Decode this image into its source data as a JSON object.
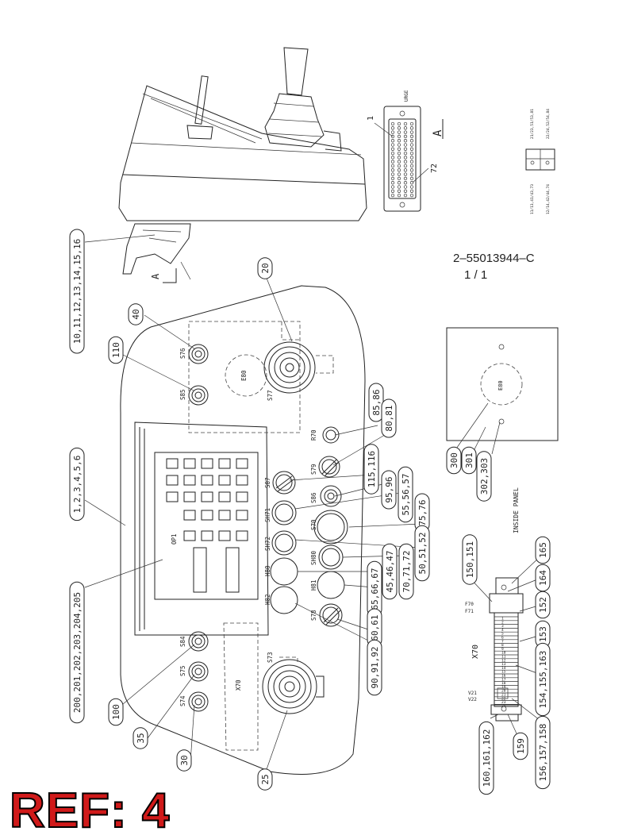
{
  "drawing": {
    "number": "2–55013944–C",
    "sheet": "1 / 1",
    "ref_label": "REF: 4",
    "section_label": "A",
    "inside_panel_label": "INSIDE PANEL",
    "connector_label": "URGE",
    "connector_pins": [
      "1",
      "72"
    ]
  },
  "panel_labels": {
    "S76": "S76",
    "S85": "S85",
    "S77": "S77",
    "E80": "E80",
    "R70": "R70",
    "S79": "S79",
    "S87": "S87",
    "S86": "S86",
    "SH71": "SH71",
    "S70": "S70",
    "SH72": "SH72",
    "SH80": "SH80",
    "H80": "H80",
    "H81": "H81",
    "H82": "H82",
    "S78": "S78",
    "S84": "S84",
    "S73": "S73",
    "S75": "S75",
    "S74": "S74",
    "X70": "X70",
    "OP1": "OP1"
  },
  "callouts": [
    "10,11,12,13,14,15,16",
    "20",
    "40",
    "110",
    "85,86",
    "80,81",
    "1,2,3,4,5,6",
    "115,116",
    "95,96",
    "55,56,57",
    "75,76",
    "50,51,52",
    "70,71,72",
    "45,46,47",
    "65,66,67",
    "200,201,202,203,204,205",
    "60,61",
    "90,91,92",
    "100",
    "35",
    "30",
    "25",
    "300",
    "301",
    "302,303",
    "150,151",
    "165",
    "164",
    "152",
    "153",
    "154,155,163",
    "160,161,162",
    "159",
    "156,157,158"
  ],
  "terminal_strip": {
    "label": "X70",
    "side_labels": [
      "F70",
      "F71",
      "V21",
      "V22"
    ],
    "numbers": [
      "1",
      "2",
      "3",
      "4",
      "5",
      "6",
      "7",
      "8",
      "9",
      "10",
      "11",
      "12",
      "13",
      "14",
      "15",
      "16",
      "17",
      "18",
      "19",
      "20",
      "21",
      "22",
      "23",
      "24"
    ]
  },
  "wiring_notes": [
    "11/13,41/43,73",
    "21/23,51/53,81",
    "12/14,42/44,74",
    "22/24,52/54,84"
  ]
}
